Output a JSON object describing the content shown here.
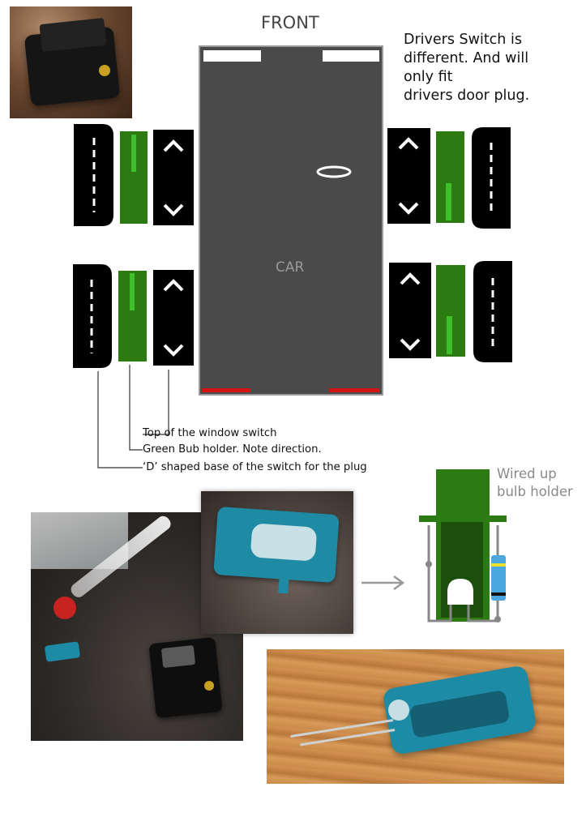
{
  "diagram": {
    "front_label": "FRONT",
    "car_label": "CAR",
    "note_lines": [
      "Drivers Switch is",
      "different. And will",
      "only fit",
      "drivers door plug."
    ],
    "legend": [
      "Top of the window switch",
      "Green Bub holder. Note direction.",
      "‘D’ shaped base of the switch for the plug"
    ],
    "bulb_holder_title_lines": [
      "Wired up",
      "bulb holder"
    ]
  },
  "colors": {
    "car_body": "#4a4a4a",
    "bulb_holder_green": "#2b7a12",
    "bulb_highlight": "#3fbf2a",
    "tail_light_red": "#d21414",
    "switch_black": "#000000",
    "wire_grey": "#888888",
    "resistor_blue": "#4aa8de"
  },
  "icons": [
    "chevron-up-icon",
    "chevron-down-icon",
    "right-arrow-icon"
  ]
}
